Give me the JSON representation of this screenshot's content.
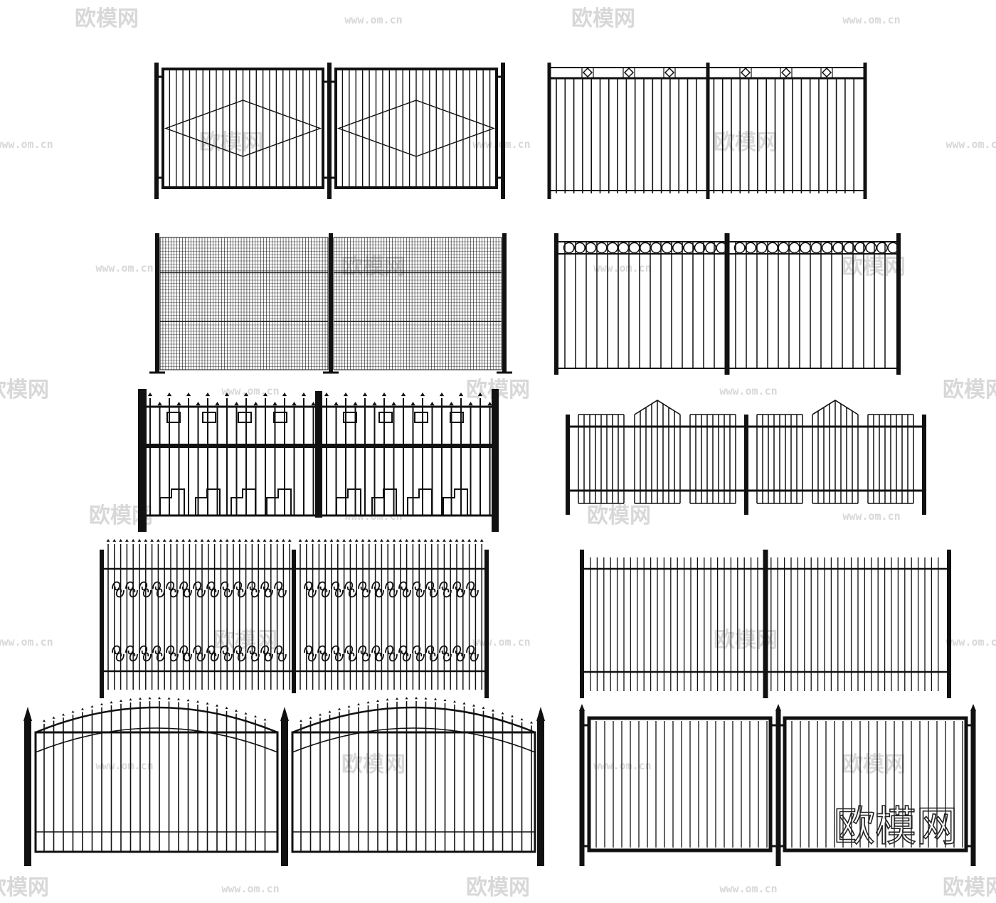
{
  "image": {
    "subject": "fences",
    "colors": {
      "background": "#ffffff",
      "iron": "#111111",
      "watermark": "#d8d8d8"
    }
  },
  "watermark": {
    "brand_text": "欧模网",
    "url_text": "www.om.cn"
  },
  "signature_mark": "欧模网",
  "fences": [
    {
      "name": "diamond-panel-fence"
    },
    {
      "name": "diamond-trim-fence"
    },
    {
      "name": "wire-mesh-fence"
    },
    {
      "name": "ring-trim-fence"
    },
    {
      "name": "spear-top-pattern-fence"
    },
    {
      "name": "pointed-picket-fence"
    },
    {
      "name": "scroll-ornament-fence"
    },
    {
      "name": "simple-rail-fence"
    },
    {
      "name": "arched-top-fence"
    },
    {
      "name": "framed-panel-fence"
    }
  ]
}
